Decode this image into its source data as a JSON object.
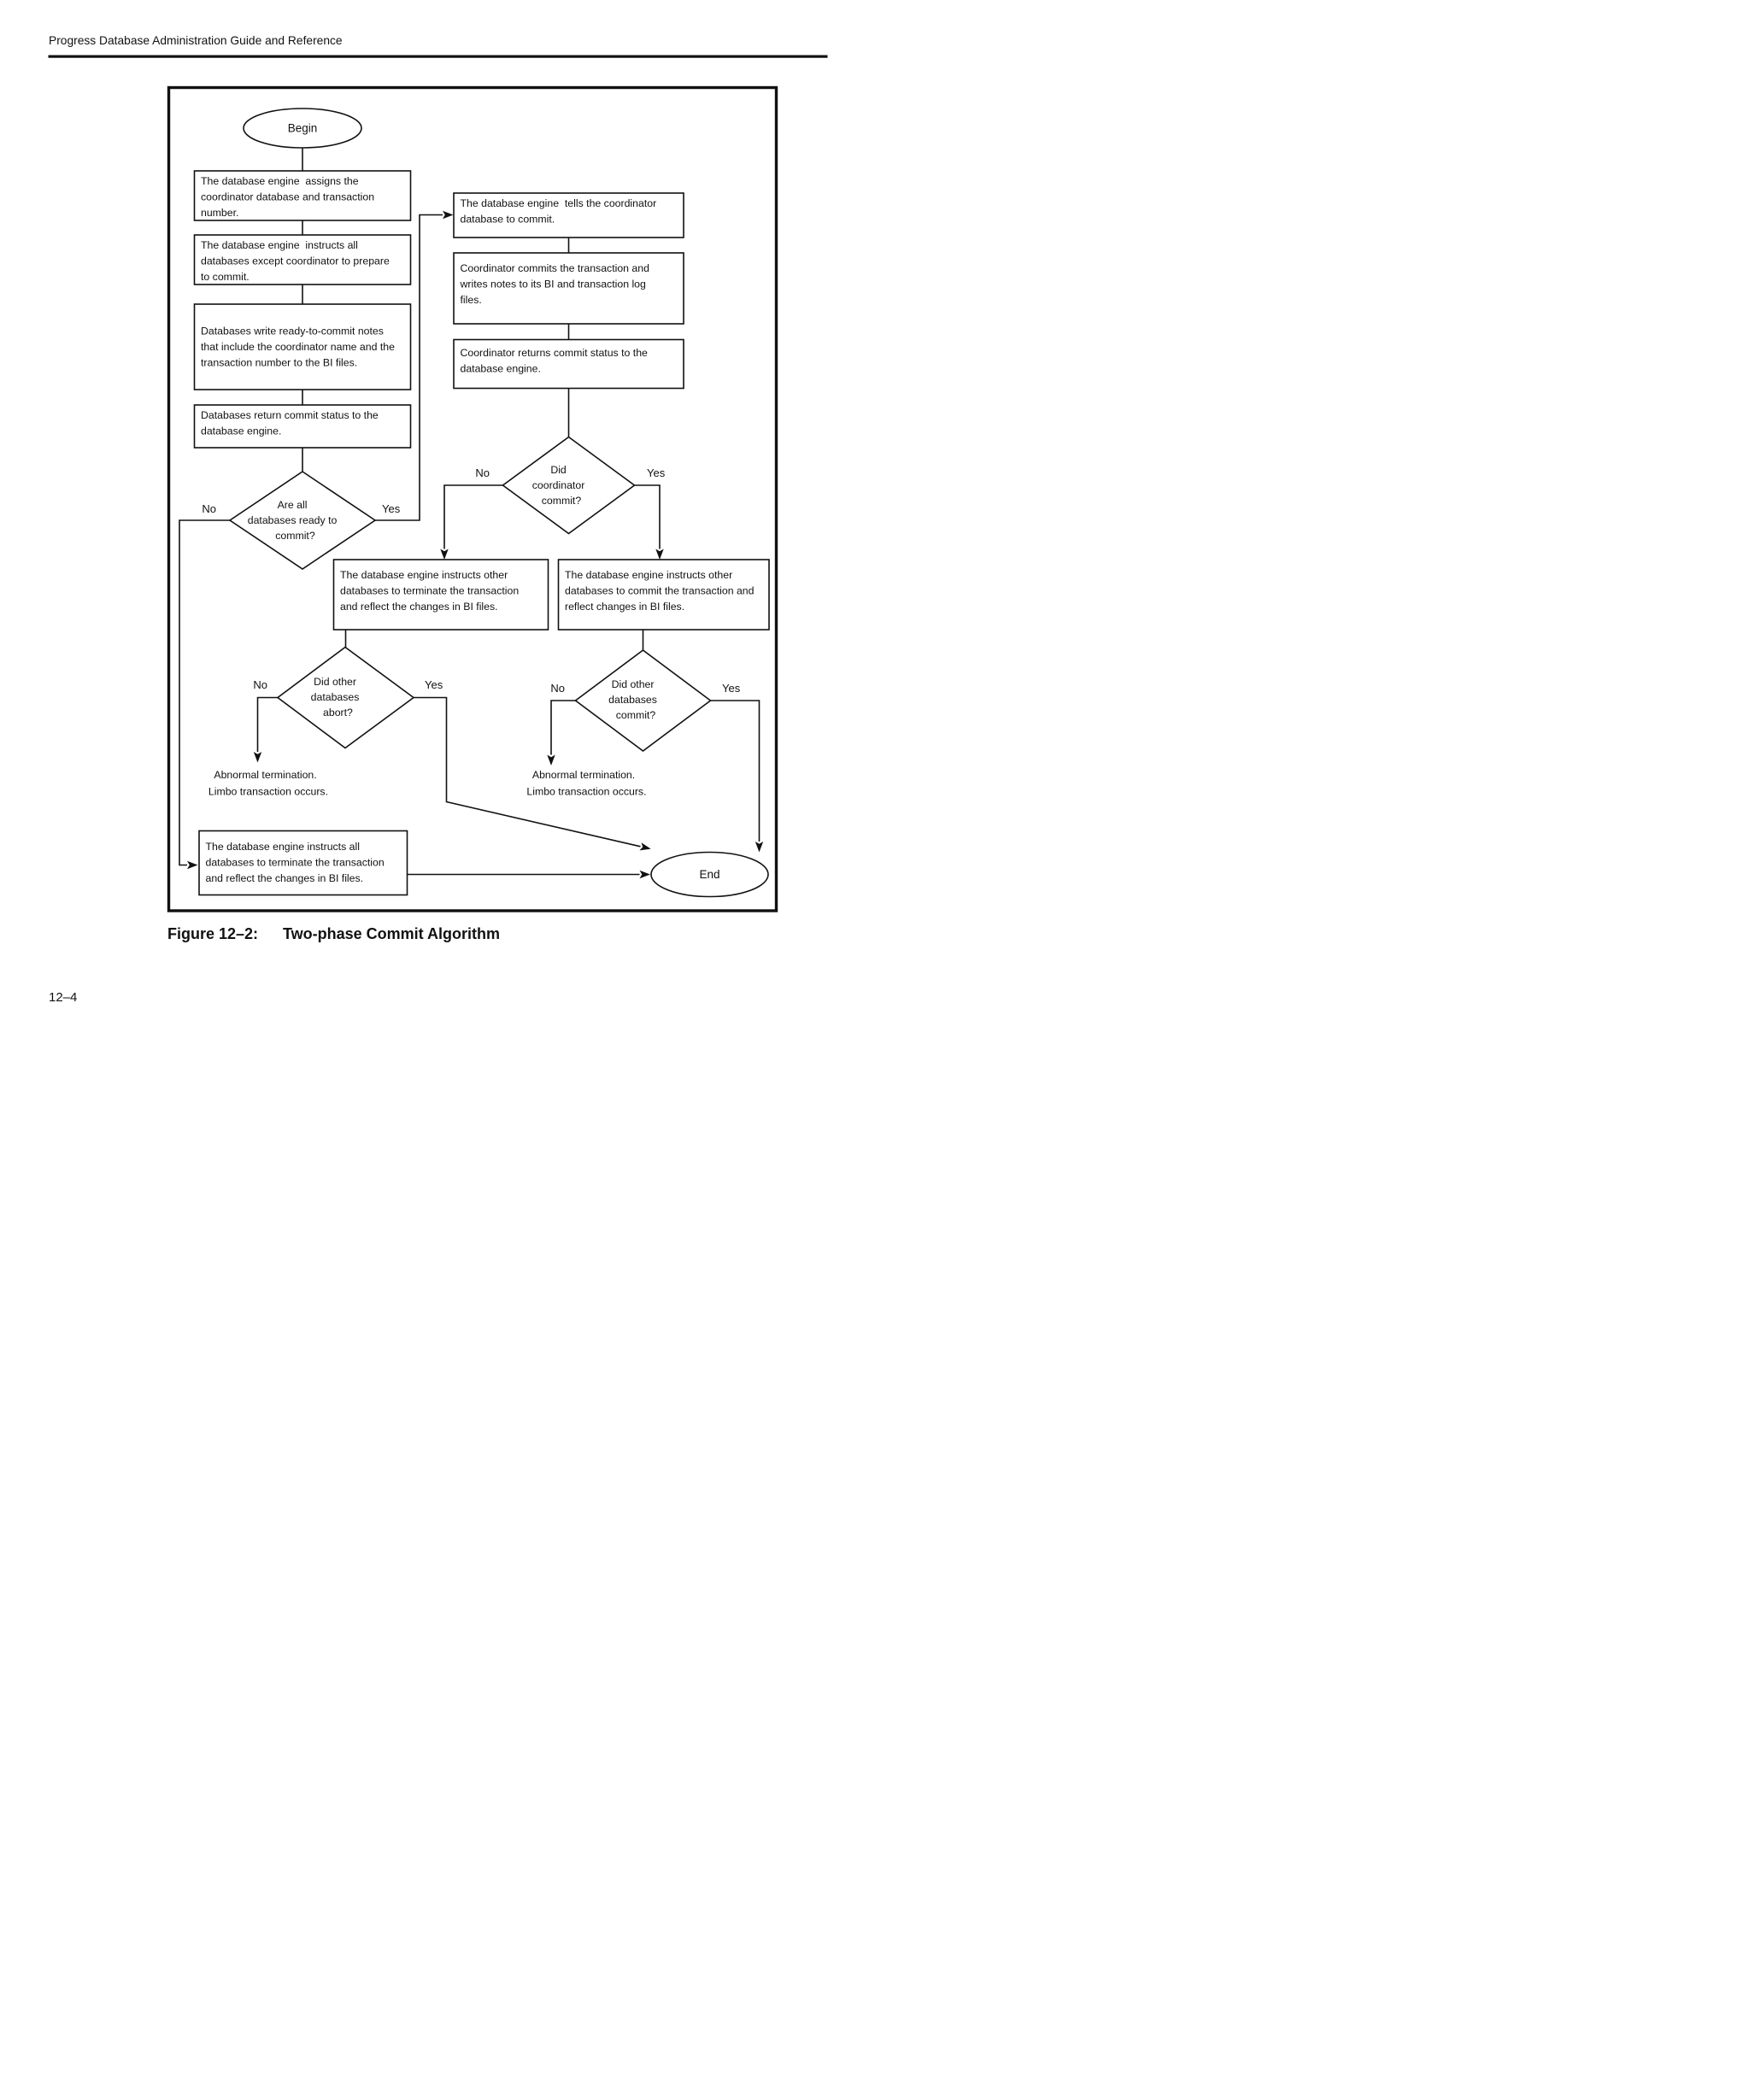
{
  "header": {
    "title": "Progress Database Administration Guide and Reference"
  },
  "flowchart": {
    "begin_label": "Begin",
    "end_label": "End",
    "no_label": "No",
    "yes_label": "Yes",
    "box_assign": {
      "lines": [
        "The database engine  assigns the",
        "coordinator database and transaction",
        "number."
      ]
    },
    "box_instruct_prepare": {
      "lines": [
        "The database engine  instructs all",
        "databases except coordinator to prepare",
        "to commit."
      ]
    },
    "box_write_notes": {
      "lines": [
        "Databases write ready-to-commit notes",
        "that include the coordinator name and the",
        "transaction number to the BI files."
      ]
    },
    "box_return_status": {
      "lines": [
        "Databases return commit status to the",
        "database engine."
      ]
    },
    "diamond_ready": {
      "lines": [
        "Are all",
        "databases ready to",
        "commit?"
      ]
    },
    "box_tell_coordinator": {
      "lines": [
        "The database engine  tells the coordinator",
        "database to commit."
      ]
    },
    "box_coordinator_commits": {
      "lines": [
        "Coordinator commits the transaction and",
        "writes notes to its BI and transaction log",
        "files."
      ]
    },
    "box_coordinator_returns": {
      "lines": [
        "Coordinator returns commit status to the",
        "database engine."
      ]
    },
    "diamond_coordinator_commit": {
      "lines": [
        "Did",
        "coordinator",
        "commit?"
      ]
    },
    "box_terminate_other": {
      "lines": [
        "The database engine instructs other",
        "databases to terminate the transaction",
        "and reflect the changes in BI files."
      ]
    },
    "box_commit_other": {
      "lines": [
        "The database engine instructs other",
        "databases to commit the transaction and",
        "reflect changes in BI files."
      ]
    },
    "diamond_abort": {
      "lines": [
        "Did other",
        "databases",
        "abort?"
      ]
    },
    "diamond_commit": {
      "lines": [
        "Did other",
        "databases",
        "commit?"
      ]
    },
    "abnormal_left": {
      "lines": [
        "Abnormal termination.",
        "Limbo transaction occurs."
      ]
    },
    "abnormal_right": {
      "lines": [
        "Abnormal termination.",
        "Limbo transaction occurs."
      ]
    },
    "box_terminate_all": {
      "lines": [
        "The database engine instructs all",
        "databases to terminate the transaction",
        "and reflect the changes in BI files."
      ]
    }
  },
  "caption": {
    "label": "Figure 12–2:",
    "title": "Two-phase Commit Algorithm"
  },
  "footer": {
    "page_number": "12–4"
  }
}
